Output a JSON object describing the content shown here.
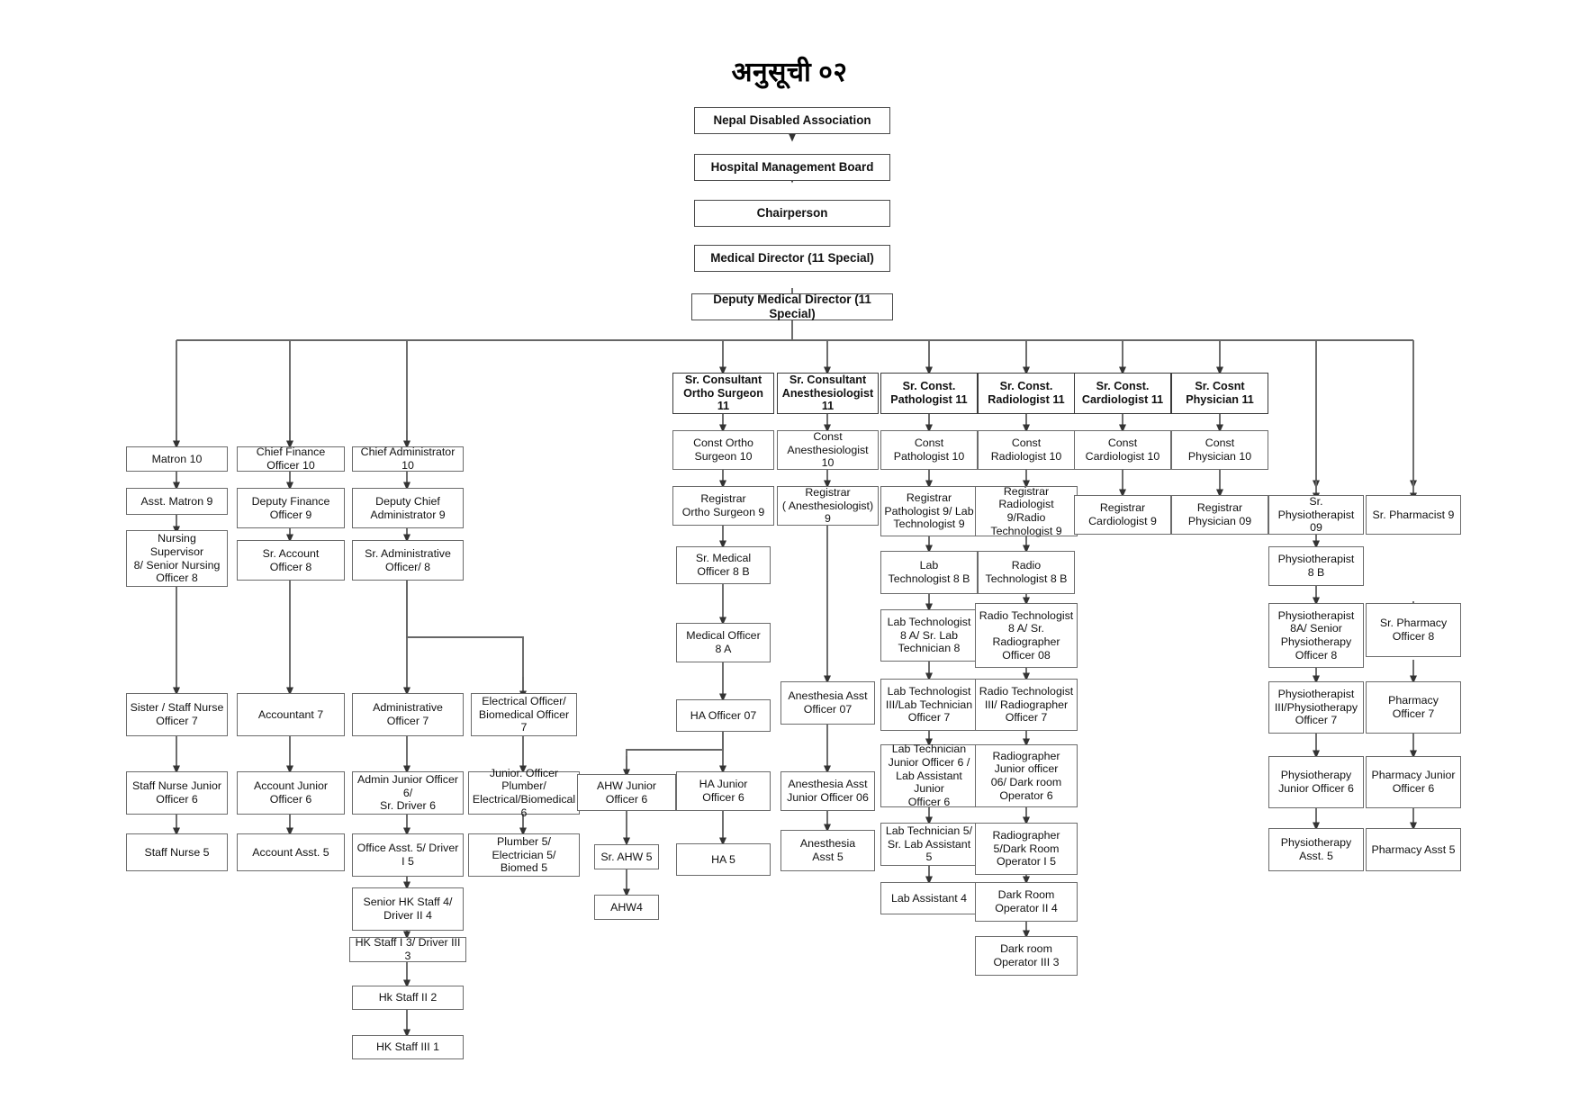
{
  "document": {
    "title": "अनुसूची ०२",
    "type": "organizational-chart",
    "orientation": "top-down"
  },
  "colors": {
    "box_border": "#6b6b6b",
    "box_border_strong": "#3a3a3a",
    "connector": "#555555",
    "background": "#ffffff",
    "text": "#111111"
  },
  "nodes": {
    "n_nepal_disabled_association": "Nepal Disabled Association",
    "n_hospital_management_board": "Hospital Management Board",
    "n_chairperson": "Chairperson",
    "n_medical_director": "Medical Director (11 Special)",
    "n_deputy_medical_director": "Deputy Medical Director (11 Special)",
    "n_matron_10": "Matron 10",
    "n_asst_matron_9": "Asst. Matron 9",
    "n_nursing_supervisor_8": "Nursing Supervisor\n8/ Senior Nursing\nOfficer 8",
    "n_sister_staff_nurse_7": "Sister / Staff Nurse\nOfficer 7",
    "n_staff_nurse_junior_6": "Staff Nurse Junior\nOfficer 6",
    "n_staff_nurse_5": "Staff Nurse 5",
    "n_chief_finance_officer_10": "Chief Finance Officer 10",
    "n_deputy_finance_officer_9": "Deputy Finance\nOfficer 9",
    "n_sr_account_officer_8": "Sr. Account\nOfficer 8",
    "n_accountant_7": "Accountant 7",
    "n_account_junior_officer_6": "Account Junior\nOfficer 6",
    "n_account_asst_5": "Account Asst. 5",
    "n_chief_administrator_10": "Chief Administrator 10",
    "n_deputy_chief_administrator_9": "Deputy Chief\nAdministrator 9",
    "n_sr_administrative_officer_8": "Sr. Administrative\nOfficer/ 8",
    "n_administrative_officer_7": "Administrative Officer 7",
    "n_admin_junior_officer_6": "Admin Junior Officer 6/\nSr. Driver 6",
    "n_office_asst_5": "Office Asst. 5/ Driver\nI 5",
    "n_senior_hk_staff_4": "Senior HK Staff 4/\nDriver II 4",
    "n_hk_staff_i_3": "HK Staff I 3/ Driver III 3",
    "n_hk_staff_ii_2": "Hk Staff II 2",
    "n_hk_staff_iii_1": "HK Staff III 1",
    "n_electrical_officer_7": "Electrical Officer/\nBiomedical Officer 7",
    "n_junior_officer_plumber_6": "Junior. Officer Plumber/\nElectrical/Biomedical 6",
    "n_plumber_5": "Plumber 5/\nElectrician 5/ Biomed 5",
    "n_sr_consultant_ortho_surgeon_11": "Sr. Consultant\nOrtho Surgeon 11",
    "n_const_ortho_surgeon_10": "Const Ortho\nSurgeon 10",
    "n_registrar_ortho_surgeon_9": "Registrar\nOrtho Surgeon 9",
    "n_sr_medical_officer_8b": "Sr. Medical\nOfficer 8 B",
    "n_medical_officer_8a": "Medical Officer\n8 A",
    "n_ha_officer_07": "HA Officer 07",
    "n_ha_junior_officer_6": "HA Junior\nOfficer 6",
    "n_ha_5": "HA 5",
    "n_ahw_junior_officer_6": "AHW Junior Officer 6",
    "n_sr_ahw_5": "Sr. AHW 5",
    "n_ahw4": "AHW4",
    "n_sr_consultant_anesthesiologist_11": "Sr. Consultant\nAnesthesiologist 11",
    "n_const_anesthesiologist_10": "Const\nAnesthesiologist 10",
    "n_registrar_anesthesiologist_9": "Registrar\n( Anesthesiologist) 9",
    "n_anesthesia_asst_officer_07": "Anesthesia Asst\nOfficer 07",
    "n_anesthesia_asst_junior_officer_06": "Anesthesia Asst\nJunior Officer 06",
    "n_anesthesia_asst_5": "Anesthesia\nAsst 5",
    "n_sr_const_pathologist_11": "Sr. Const.\nPathologist 11",
    "n_const_pathologist_10": "Const\nPathologist 10",
    "n_registrar_pathologist_9": "Registrar\nPathologist 9/ Lab\nTechnologist 9",
    "n_lab_technologist_8b": "Lab\nTechnologist 8 B",
    "n_lab_technologist_8a": "Lab Technologist\n8 A/ Sr. Lab\nTechnician 8",
    "n_lab_technologist_iii_7": "Lab Technologist\nIII/Lab Technician\nOfficer 7",
    "n_lab_technician_junior_6": "Lab Technician\nJunior Officer 6 /\nLab Assistant Junior\nOfficer 6",
    "n_lab_technician_5": "Lab Technician 5/\nSr. Lab Assistant 5",
    "n_lab_assistant_4": "Lab Assistant 4",
    "n_sr_const_radiologist_11": "Sr. Const.\nRadiologist 11",
    "n_const_radiologist_10": "Const\nRadiologist 10",
    "n_registrar_radiologist_9": "Registrar\nRadiologist 9/Radio\nTechnologist 9",
    "n_radio_technologist_8b": "Radio\nTechnologist 8 B",
    "n_radio_technologist_8a": "Radio Technologist\n8 A/ Sr.\nRadiographer\nOfficer 08",
    "n_radio_technologist_iii_7": "Radio Technologist\nIII/ Radiographer\nOfficer 7",
    "n_radiographer_junior_6": "Radiographer\nJunior officer\n06/ Dark room\nOperator 6",
    "n_radiographer_5": "Radiographer\n5/Dark Room\nOperator I 5",
    "n_dark_room_operator_ii_4": "Dark Room\nOperator II 4",
    "n_dark_room_operator_iii_3": "Dark room\nOperator III 3",
    "n_sr_const_cardiologist_11": "Sr. Const.\nCardiologist 11",
    "n_const_cardiologist_10": "Const\nCardiologist 10",
    "n_registrar_cardiologist_9": "Registrar\nCardiologist 9",
    "n_sr_cosnt_physician_11": "Sr. Cosnt\nPhysician 11",
    "n_const_physician_10": "Const\nPhysician 10",
    "n_registrar_physician_09": "Registrar\nPhysician 09",
    "n_sr_physiotherapist_09": "Sr. Physiotherapist\n09",
    "n_physiotherapist_8b": "Physiotherapist\n8 B",
    "n_physiotherapist_8a": "Physiotherapist\n8A/ Senior\nPhysiotherapy\nOfficer 8",
    "n_physiotherapist_iii_7": "Physiotherapist\nIII/Physiotherapy\nOfficer 7",
    "n_physiotherapy_junior_6": "Physiotherapy\nJunior Officer 6",
    "n_physiotherapy_asst_5": "Physiotherapy\nAsst. 5",
    "n_sr_pharmacist_9": "Sr. Pharmacist 9",
    "n_sr_pharmacy_officer_8": "Sr. Pharmacy\nOfficer 8",
    "n_pharmacy_officer_7": "Pharmacy\nOfficer 7",
    "n_pharmacy_junior_officer_6": "Pharmacy Junior\nOfficer 6",
    "n_pharmacy_asst_5": "Pharmacy Asst 5"
  }
}
